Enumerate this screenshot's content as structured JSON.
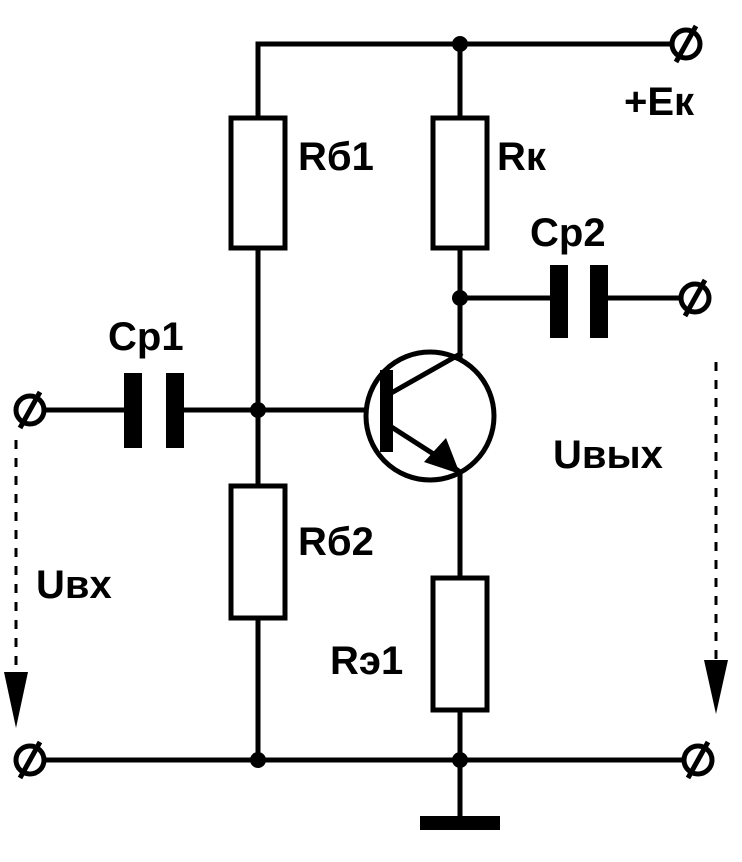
{
  "diagram": {
    "supply_label": "+Eк",
    "rb1_label": "Rб1",
    "rk_label": "Rк",
    "cp2_label": "Cp2",
    "cp1_label": "Cp1",
    "rb2_label": "Rб2",
    "re1_label": "Rэ1",
    "uin_label": "Uвх",
    "uout_label": "Uвых"
  }
}
